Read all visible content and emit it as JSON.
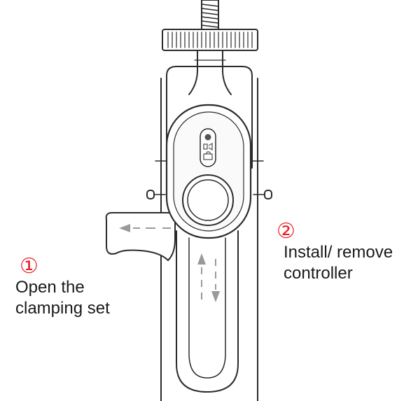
{
  "callouts": [
    {
      "number": "1",
      "text_lines": [
        "Open the",
        "clamping set"
      ],
      "color": "#e8202a"
    },
    {
      "number": "2",
      "text_lines": [
        "Install/ remove",
        "controller"
      ],
      "color": "#e8202a"
    }
  ],
  "device": {
    "buttons": [
      "record-photo-icon",
      "shutter-button"
    ],
    "arrows": [
      "left-arrow",
      "up-arrow",
      "down-arrow"
    ]
  }
}
